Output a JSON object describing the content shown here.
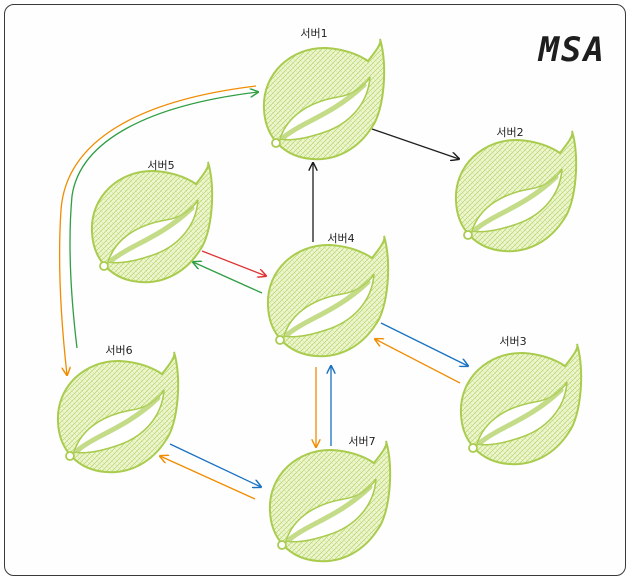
{
  "title": "MSA",
  "nodes": [
    {
      "id": "server1",
      "label": "서버1",
      "icon": "spring-leaf-icon"
    },
    {
      "id": "server2",
      "label": "서버2",
      "icon": "spring-leaf-icon"
    },
    {
      "id": "server3",
      "label": "서버3",
      "icon": "spring-leaf-icon"
    },
    {
      "id": "server4",
      "label": "서버4",
      "icon": "spring-leaf-icon"
    },
    {
      "id": "server5",
      "label": "서버5",
      "icon": "spring-leaf-icon"
    },
    {
      "id": "server6",
      "label": "서버6",
      "icon": "spring-leaf-icon"
    },
    {
      "id": "server7",
      "label": "서버7",
      "icon": "spring-leaf-icon"
    }
  ],
  "edges": [
    {
      "from": "server1",
      "to": "server2",
      "color": "#1e1e1e"
    },
    {
      "from": "server4",
      "to": "server1",
      "color": "#1e1e1e"
    },
    {
      "from": "server5",
      "to": "server4",
      "color": "#e03131"
    },
    {
      "from": "server4",
      "to": "server5",
      "color": "#2f9e44"
    },
    {
      "from": "server4",
      "to": "server3",
      "color": "#1971c2"
    },
    {
      "from": "server3",
      "to": "server4",
      "color": "#f08c00"
    },
    {
      "from": "server4",
      "to": "server7",
      "color": "#f08c00"
    },
    {
      "from": "server7",
      "to": "server4",
      "color": "#1971c2"
    },
    {
      "from": "server6",
      "to": "server7",
      "color": "#1971c2"
    },
    {
      "from": "server7",
      "to": "server6",
      "color": "#f08c00"
    },
    {
      "from": "server1",
      "to": "server6",
      "color": "#f08c00"
    },
    {
      "from": "server6",
      "to": "server1",
      "color": "#2f9e44"
    }
  ],
  "colors": {
    "leaf_fill": "#e9f3c4",
    "leaf_stroke": "#a9cc4f",
    "hatch": "#b5d36a",
    "border": "#3a3a3a",
    "text": "#1e1e1e"
  }
}
